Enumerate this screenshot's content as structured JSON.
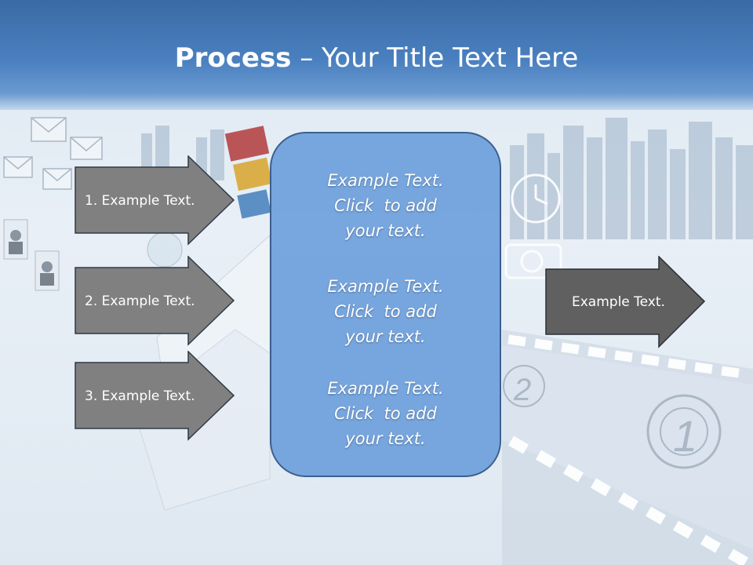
{
  "slide": {
    "title_bold": "Process",
    "title_rest": " – Your Title Text Here"
  },
  "left_arrows": [
    {
      "label": "1. Example Text."
    },
    {
      "label": "2. Example Text."
    },
    {
      "label": "3. Example Text."
    }
  ],
  "center_box": {
    "items": [
      {
        "line1": "Example Text.",
        "line2": "Click  to add",
        "line3": "your text."
      },
      {
        "line1": "Example Text.",
        "line2": "Click  to add",
        "line3": "your text."
      },
      {
        "line1": "Example Text.",
        "line2": "Click  to add",
        "line3": "your text."
      }
    ]
  },
  "right_arrow": {
    "label": "Example Text."
  },
  "background": {
    "film_digits": [
      "2",
      "1"
    ]
  },
  "colors": {
    "header": "#4a80c0",
    "arrow_fill": "#808080",
    "right_arrow_fill": "#606060",
    "box_fill": "#6ea0dc",
    "box_border": "#3b5f8e"
  }
}
